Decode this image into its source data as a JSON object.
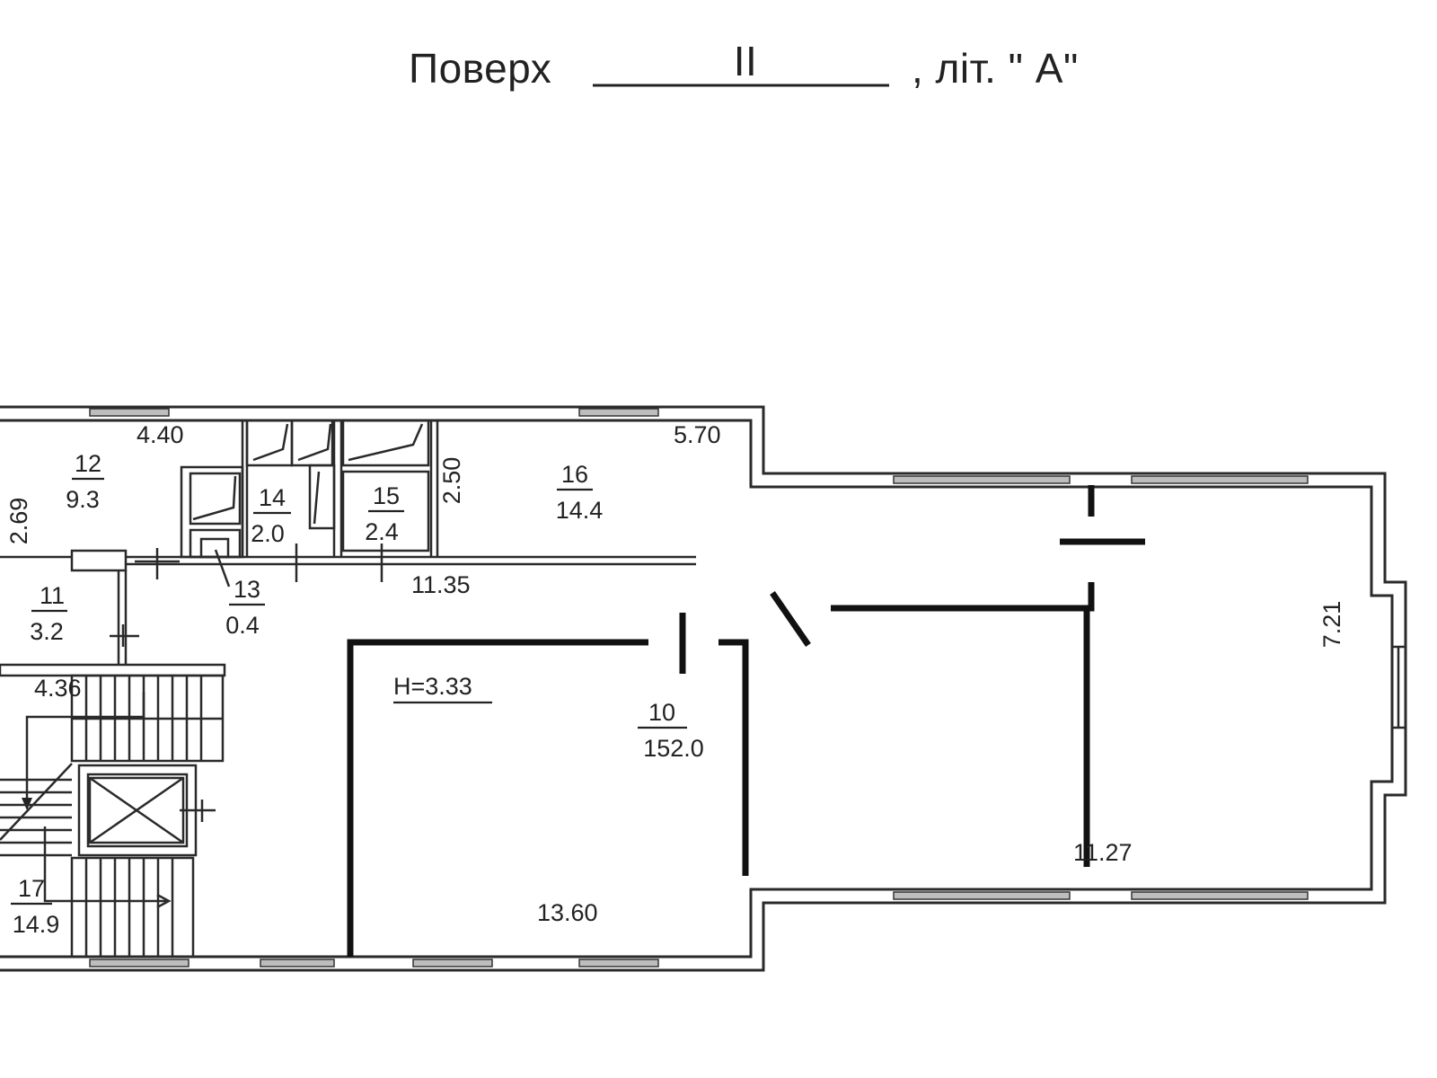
{
  "header": {
    "floor_label": "Поверх",
    "floor_value": "II",
    "letter_label": ", літ. \" А\""
  },
  "rooms": {
    "r10": {
      "num": "10",
      "area": "152.0"
    },
    "r11": {
      "num": "11",
      "area": "3.2"
    },
    "r12": {
      "num": "12",
      "area": "9.3"
    },
    "r13": {
      "num": "13",
      "area": "0.4"
    },
    "r14": {
      "num": "14",
      "area": "2.0"
    },
    "r15": {
      "num": "15",
      "area": "2.4"
    },
    "r16": {
      "num": "16",
      "area": "14.4"
    },
    "r17": {
      "num": "17",
      "area": "14.9"
    }
  },
  "dims": {
    "d440": "4.40",
    "d570": "5.70",
    "d269": "2.69",
    "d250": "2.50",
    "d1135": "11.35",
    "d436": "4.36",
    "d721": "7.21",
    "d1127": "11.27",
    "d1360": "13.60"
  },
  "height_label": "H=3.33",
  "icons": {
    "elevator": "elevator-cross-icon",
    "stairs": "stair-arrow-icon"
  }
}
